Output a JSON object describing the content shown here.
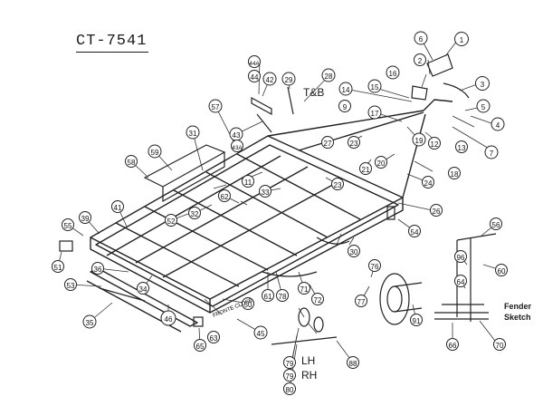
{
  "title": "CT-7541",
  "labels": {
    "tb": "T&B",
    "lh": "LH",
    "rh": "RH",
    "fender_line1": "Fender",
    "fender_line2": "Sketch",
    "front_tag": "FRONTE CLOSE"
  },
  "callouts": [
    {
      "id": "c1",
      "text": "1"
    },
    {
      "id": "c2",
      "text": "2"
    },
    {
      "id": "c3",
      "text": "3"
    },
    {
      "id": "c4",
      "text": "4"
    },
    {
      "id": "c5",
      "text": "5"
    },
    {
      "id": "c6",
      "text": "6"
    },
    {
      "id": "c7",
      "text": "7"
    },
    {
      "id": "c9",
      "text": "9"
    },
    {
      "id": "c11",
      "text": "11"
    },
    {
      "id": "c12",
      "text": "12"
    },
    {
      "id": "c13",
      "text": "13"
    },
    {
      "id": "c14",
      "text": "14"
    },
    {
      "id": "c15",
      "text": "15"
    },
    {
      "id": "c16",
      "text": "16"
    },
    {
      "id": "c17",
      "text": "17"
    },
    {
      "id": "c18",
      "text": "18"
    },
    {
      "id": "c19",
      "text": "19"
    },
    {
      "id": "c20",
      "text": "20"
    },
    {
      "id": "c21",
      "text": "21"
    },
    {
      "id": "c23a",
      "text": "23"
    },
    {
      "id": "c23b",
      "text": "23"
    },
    {
      "id": "c24",
      "text": "24"
    },
    {
      "id": "c26",
      "text": "26"
    },
    {
      "id": "c27",
      "text": "27"
    },
    {
      "id": "c28",
      "text": "28"
    },
    {
      "id": "c29",
      "text": "29"
    },
    {
      "id": "c30",
      "text": "30"
    },
    {
      "id": "c31",
      "text": "31"
    },
    {
      "id": "c32",
      "text": "32"
    },
    {
      "id": "c33",
      "text": "33"
    },
    {
      "id": "c34",
      "text": "34"
    },
    {
      "id": "c35",
      "text": "35"
    },
    {
      "id": "c36",
      "text": "36"
    },
    {
      "id": "c39",
      "text": "39"
    },
    {
      "id": "c41",
      "text": "41"
    },
    {
      "id": "c42",
      "text": "42"
    },
    {
      "id": "c43",
      "text": "43"
    },
    {
      "id": "c43a",
      "text": "43A"
    },
    {
      "id": "c44",
      "text": "44"
    },
    {
      "id": "c44a",
      "text": "44A"
    },
    {
      "id": "c45",
      "text": "45"
    },
    {
      "id": "c46",
      "text": "46"
    },
    {
      "id": "c50",
      "text": "50"
    },
    {
      "id": "c51",
      "text": "51"
    },
    {
      "id": "c52",
      "text": "52"
    },
    {
      "id": "c53",
      "text": "53"
    },
    {
      "id": "c54",
      "text": "54"
    },
    {
      "id": "c55",
      "text": "55"
    },
    {
      "id": "c56",
      "text": "56"
    },
    {
      "id": "c57",
      "text": "57"
    },
    {
      "id": "c58",
      "text": "58"
    },
    {
      "id": "c59",
      "text": "59"
    },
    {
      "id": "c60",
      "text": "60"
    },
    {
      "id": "c61",
      "text": "61"
    },
    {
      "id": "c62",
      "text": "62"
    },
    {
      "id": "c63",
      "text": "63"
    },
    {
      "id": "c64",
      "text": "64"
    },
    {
      "id": "c65",
      "text": "65"
    },
    {
      "id": "c66",
      "text": "66"
    },
    {
      "id": "c70",
      "text": "70"
    },
    {
      "id": "c71",
      "text": "71"
    },
    {
      "id": "c72",
      "text": "72"
    },
    {
      "id": "c76",
      "text": "76"
    },
    {
      "id": "c77",
      "text": "77"
    },
    {
      "id": "c78",
      "text": "78"
    },
    {
      "id": "c79a",
      "text": "79"
    },
    {
      "id": "c79b",
      "text": "79"
    },
    {
      "id": "c80",
      "text": "80"
    },
    {
      "id": "c88",
      "text": "88"
    },
    {
      "id": "c91",
      "text": "91"
    },
    {
      "id": "c96",
      "text": "96"
    }
  ]
}
